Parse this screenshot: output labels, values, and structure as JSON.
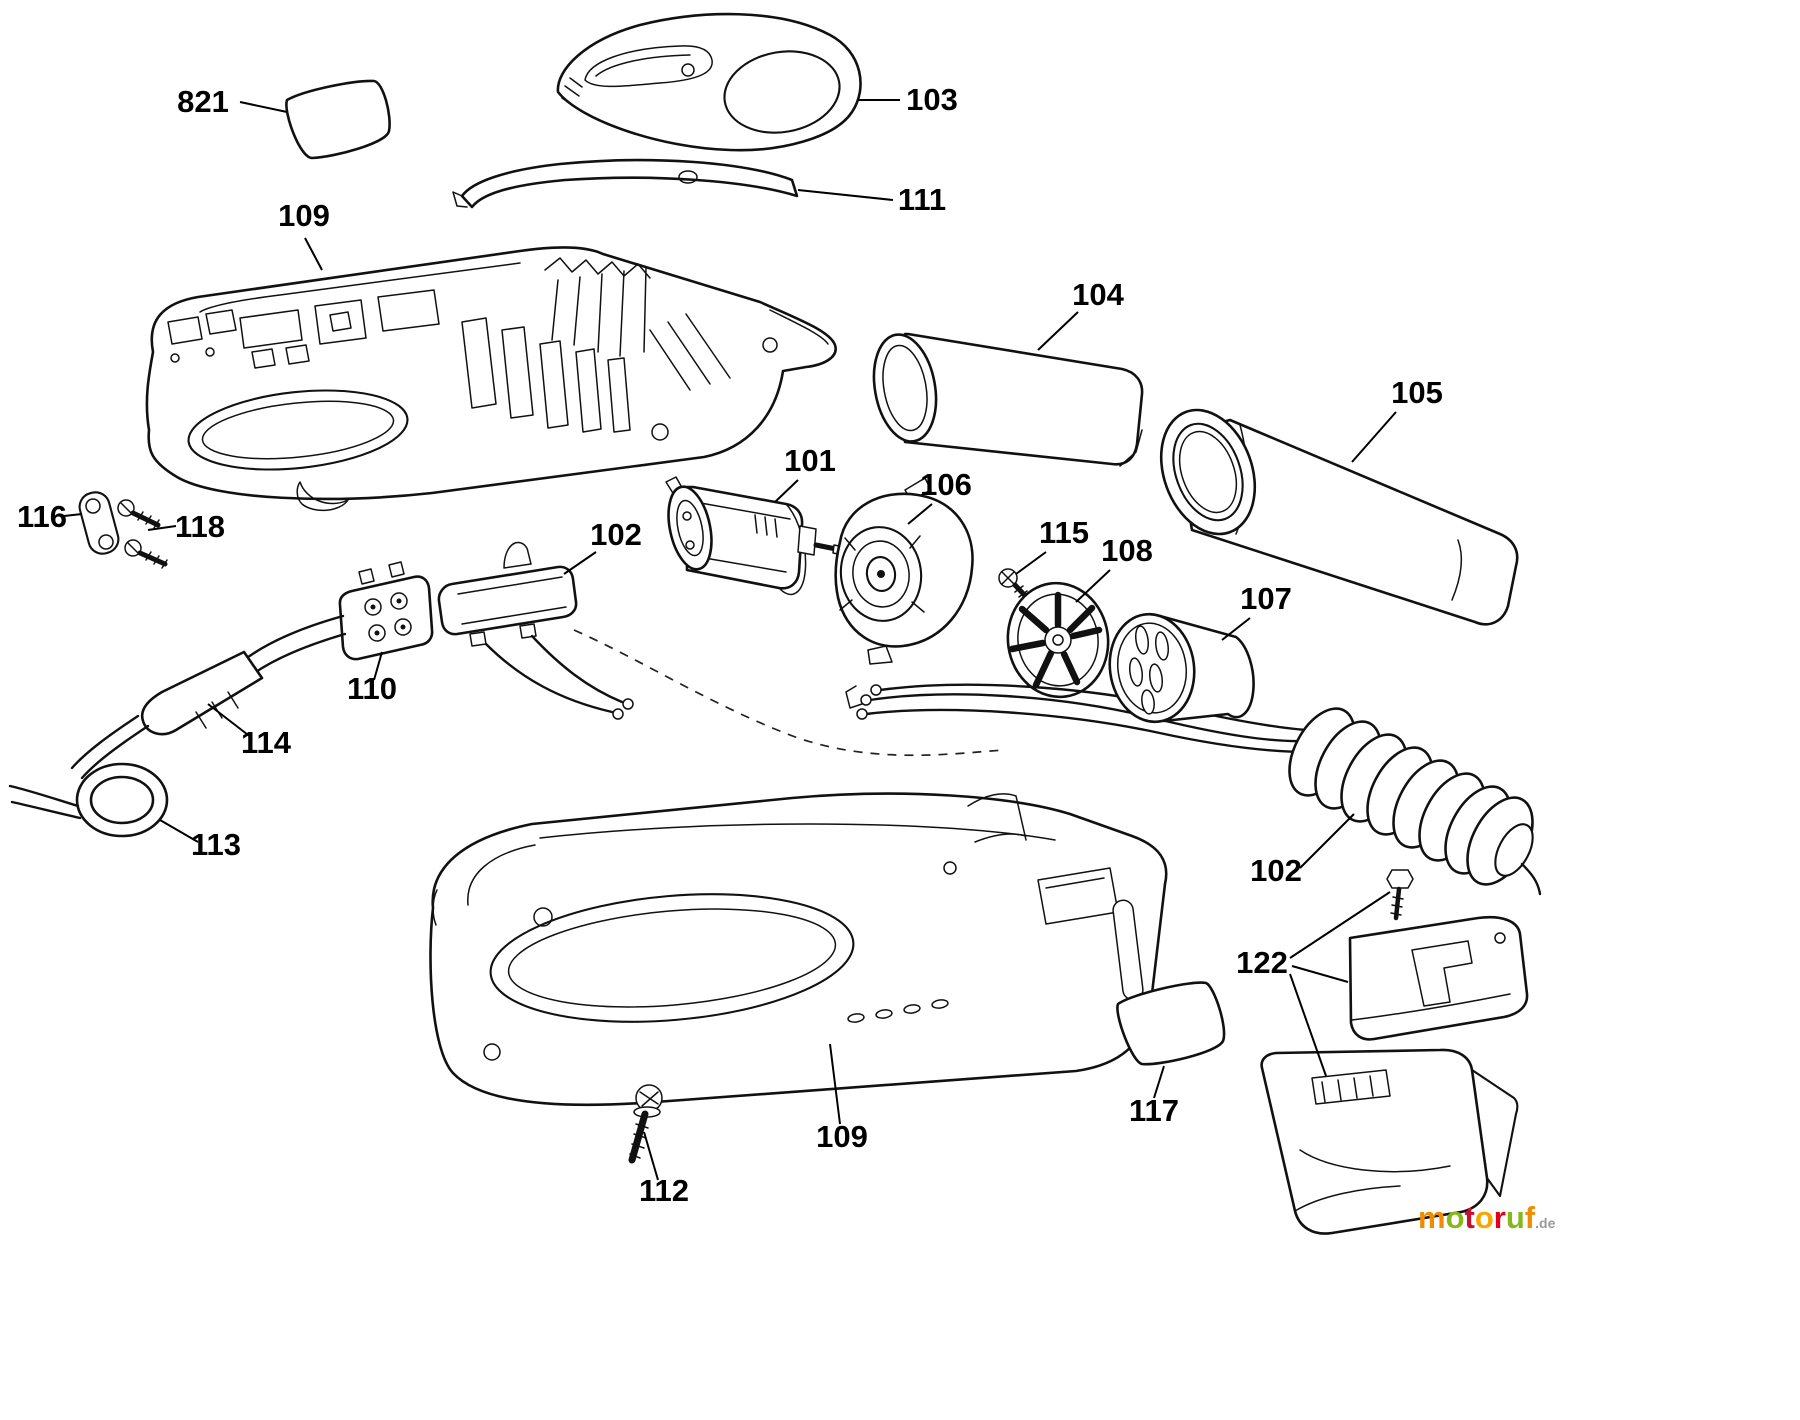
{
  "diagram": {
    "type": "exploded-parts-diagram",
    "background": "#ffffff",
    "line_color": "#111111",
    "labels": {
      "l821": "821",
      "l103": "103",
      "l111": "111",
      "l109_top": "109",
      "l104": "104",
      "l105": "105",
      "l101": "101",
      "l106": "106",
      "l115": "115",
      "l108": "108",
      "l107": "107",
      "l116": "116",
      "l118": "118",
      "l102_switch": "102",
      "l110": "110",
      "l114": "114",
      "l113": "113",
      "l102_coil": "102",
      "l122": "122",
      "l117": "117",
      "l109_bottom": "109",
      "l112": "112"
    },
    "watermark": {
      "text": "motoruf",
      "suffix": ".de",
      "letter_colors": [
        "#f08c00",
        "#86b81c",
        "#c8102e",
        "#f6a800",
        "#e2001a",
        "#86b81c",
        "#f08c00"
      ],
      "suffix_color": "#9a9a9a"
    }
  }
}
